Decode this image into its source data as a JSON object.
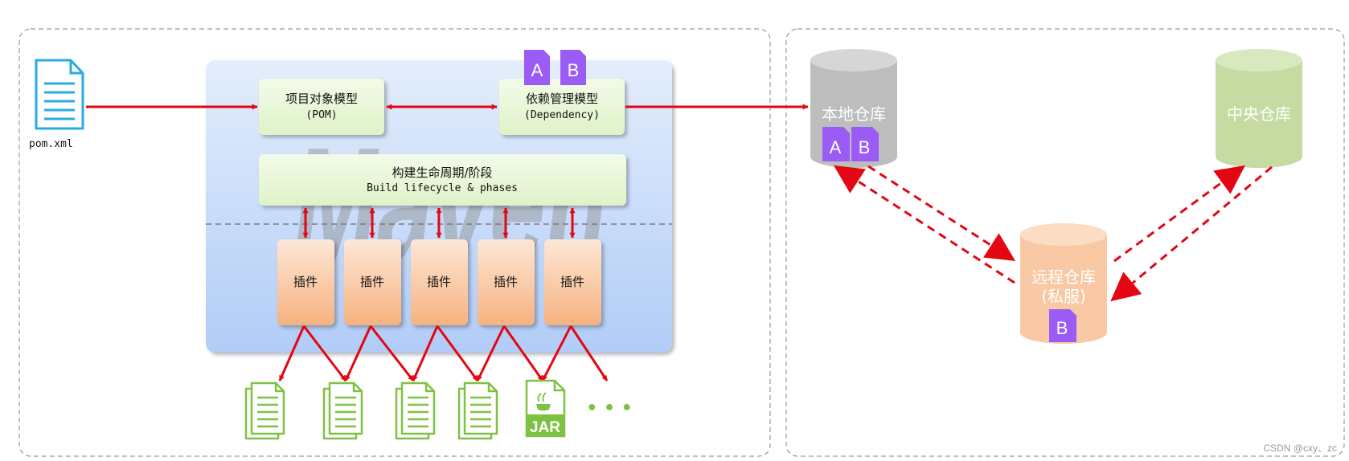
{
  "pom_file": {
    "name": "pom.xml"
  },
  "maven_core": {
    "watermark": "Maven",
    "pom_model": {
      "line1": "项目对象模型",
      "line2": "(POM)"
    },
    "dependency_model": {
      "line1": "依赖管理模型",
      "line2": "(Dependency)"
    },
    "lifecycle": {
      "line1": "构建生命周期/阶段",
      "line2": "Build lifecycle & phases"
    },
    "plugins": [
      "插件",
      "插件",
      "插件",
      "插件",
      "插件"
    ]
  },
  "dependency_badges": [
    "A",
    "B"
  ],
  "outputs": {
    "jar_label": "JAR",
    "ellipsis": "• • •"
  },
  "repositories": {
    "local": {
      "name": "本地仓库",
      "badges": [
        "A",
        "B"
      ],
      "color": "#bdbdbd"
    },
    "central": {
      "name": "中央仓库",
      "color": "#c5dba2"
    },
    "remote": {
      "name_line1": "远程仓库",
      "name_line2": "(私服)",
      "badges": [
        "B"
      ],
      "color": "#f9c8a4"
    }
  },
  "watermark_credit": "CSDN @cxy、zc",
  "colors": {
    "arrow": "#e30613",
    "badge": "#9b5cf5",
    "doc_blue": "#29abe2",
    "doc_green": "#7dc242",
    "box_green": "#eaf7d8",
    "plugin_orange": "#f8b88c",
    "panel_blue": "#b4cff8"
  }
}
